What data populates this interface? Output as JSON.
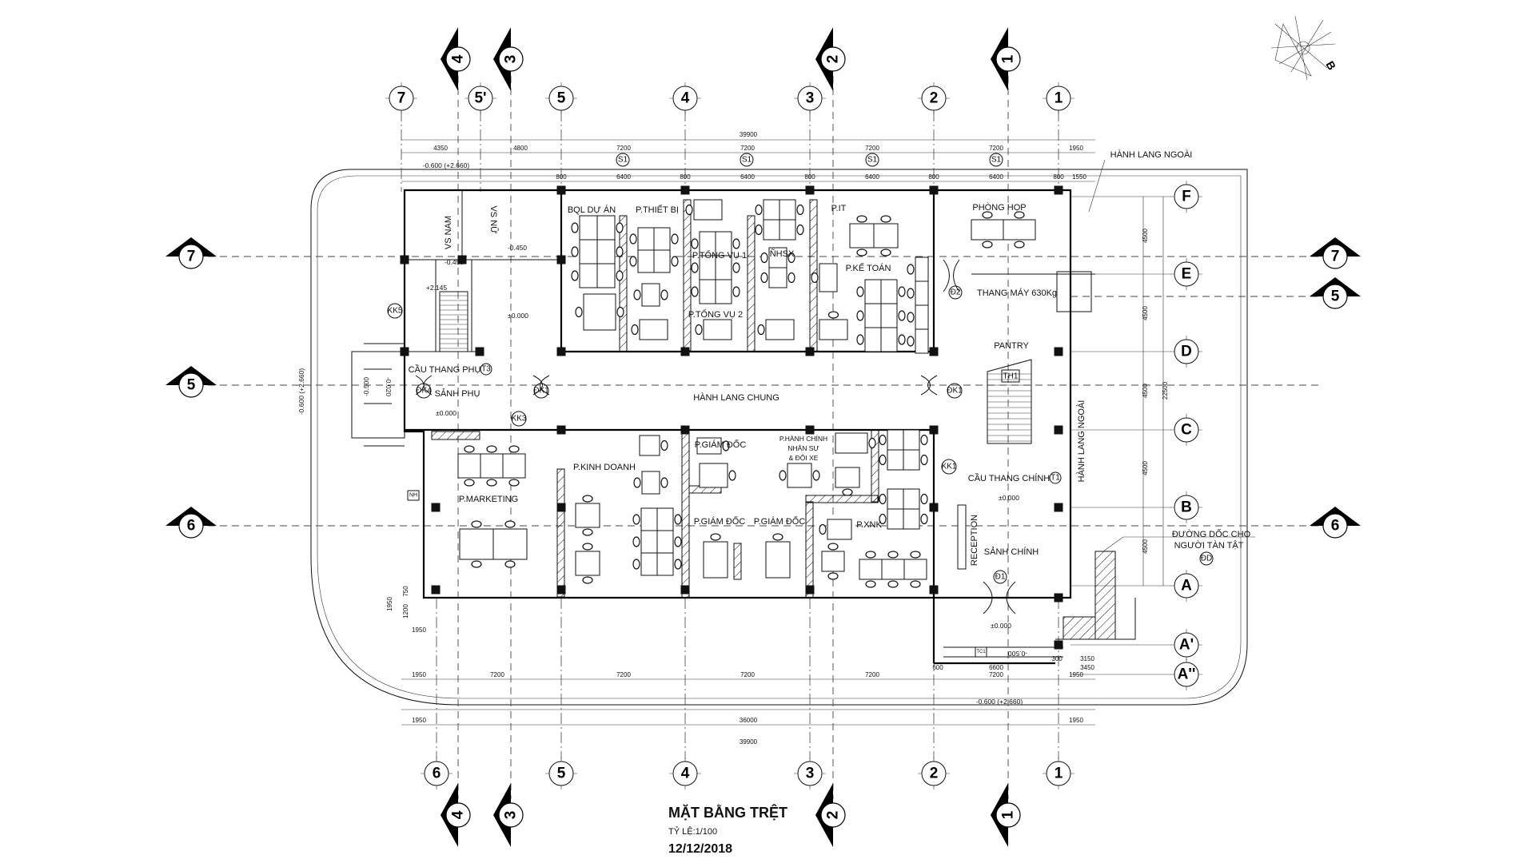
{
  "drawing": {
    "title": "MẶT BẰNG TRỆT",
    "scale": "TỶ LỆ:1/100",
    "date": "12/12/2018",
    "north_label": "B"
  },
  "grid": {
    "top_columns": [
      "7",
      "5'",
      "5",
      "4",
      "3",
      "2",
      "1"
    ],
    "bottom_columns": [
      "6",
      "5",
      "4",
      "3",
      "2",
      "1"
    ],
    "rows": [
      "F",
      "E",
      "D",
      "C",
      "B",
      "A",
      "A'",
      "A''"
    ],
    "sections_top": [
      "4",
      "3",
      "2",
      "1"
    ],
    "sections_bottom": [
      "4",
      "3",
      "2",
      "1"
    ],
    "sections_left": [
      "7",
      "5",
      "6"
    ],
    "sections_right": [
      "7",
      "5",
      "6"
    ]
  },
  "dimensions": {
    "top_total": "39900",
    "top_spans": [
      "4350",
      "4800",
      "7200",
      "7200",
      "7200",
      "7200",
      "1950"
    ],
    "top_sub": [
      "800",
      "6400",
      "800",
      "6400",
      "800",
      "6400",
      "800",
      "6400",
      "800",
      "1550"
    ],
    "bottom_spans": [
      "1950",
      "7200",
      "7200",
      "7200",
      "7200",
      "7200",
      "1950"
    ],
    "bottom_mid": [
      "1950",
      "36000",
      "1950"
    ],
    "bottom_total": "39900",
    "right_spans": [
      "4500",
      "4500",
      "4500",
      "4500",
      "4500"
    ],
    "right_total": "22500",
    "left_small": [
      "1950",
      "750",
      "1200",
      "1950"
    ],
    "lobby": [
      "600",
      "6600",
      "300",
      "3150",
      "3450"
    ]
  },
  "rooms": {
    "bql": "BQL DỰ ÁN",
    "thiet_bi": "P.THIẾT BỊ",
    "tong_vu_1": "P.TỔNG VỤ 1",
    "nhsx": "ÑHSX",
    "it": "P.IT",
    "ke_toan": "P.KẾ TOÁN",
    "tong_vu_2": "P.TỔNG VỤ 2",
    "phong_hop": "PHÒNG HỌP",
    "thang_may": "THANG MÁY 630Kg",
    "pantry": "PANTRY",
    "hanh_lang_chung": "HÀNH LANG CHUNG",
    "giam_doc_1": "P.GIÁM ĐỐC",
    "hanh_chinh_1": "P.HÀNH CHÍNH",
    "hanh_chinh_2": "NHÂN SỰ",
    "hanh_chinh_3": "& ĐỘI XE",
    "kinh_doanh": "P.KINH DOANH",
    "marketing": "P.MARKETING",
    "giam_doc_2": "P.GIÁM ĐỐC",
    "giam_doc_3": "P.GIÁM ĐỐC",
    "xnk": "P.XNK",
    "cau_thang_chinh": "CẦU THANG CHÍNH",
    "reception": "RECEPTION",
    "sanh_chinh": "SẢNH CHÍNH",
    "hanh_lang_ngoai_v": "HÀNH LANG NGOÀI",
    "hanh_lang_ngoai_top": "HÀNH LANG NGOÀI",
    "duong_doc_1": "ĐƯỜNG DỐC CHO",
    "duong_doc_2": "NGƯỜI TÀN TẬT",
    "vs_nam": "VS NAM",
    "vs_nu": "VS NỮ",
    "cau_thang_phu": "CẦU THANG PHỤ",
    "sanh_phu": "SẢNH PHỤ"
  },
  "levels": {
    "roof_top": "-0.600 (+2.660)",
    "roof_bottom": "-0.600 (+2.660)",
    "roof_left": "-0.600 (+2.660)",
    "wc_nam": "-0.450",
    "wc_nu": "-0.450",
    "stair_landing": "+2.145",
    "corridor_wc": "±0.000",
    "sanh_phu": "±0.000",
    "cau_thang_chinh": "±0.000",
    "sanh_chinh": "±0.000",
    "side_entry": "-0.500",
    "side_step": "-0.020",
    "main_entry": "-0.500"
  },
  "tags": {
    "kk5": "KK5",
    "dk4": "ĐK4",
    "kk3": "KK3",
    "dk1_left": "ĐK1",
    "dk1_right": "ĐK1",
    "d2": "Đ2",
    "kk1": "KK1",
    "d1": "Đ1",
    "t1": "T1",
    "t3": "T3",
    "dd": "ĐD",
    "th1": "TH1",
    "s1": "S1",
    "nh": "NH",
    "tc1": "TC1"
  }
}
